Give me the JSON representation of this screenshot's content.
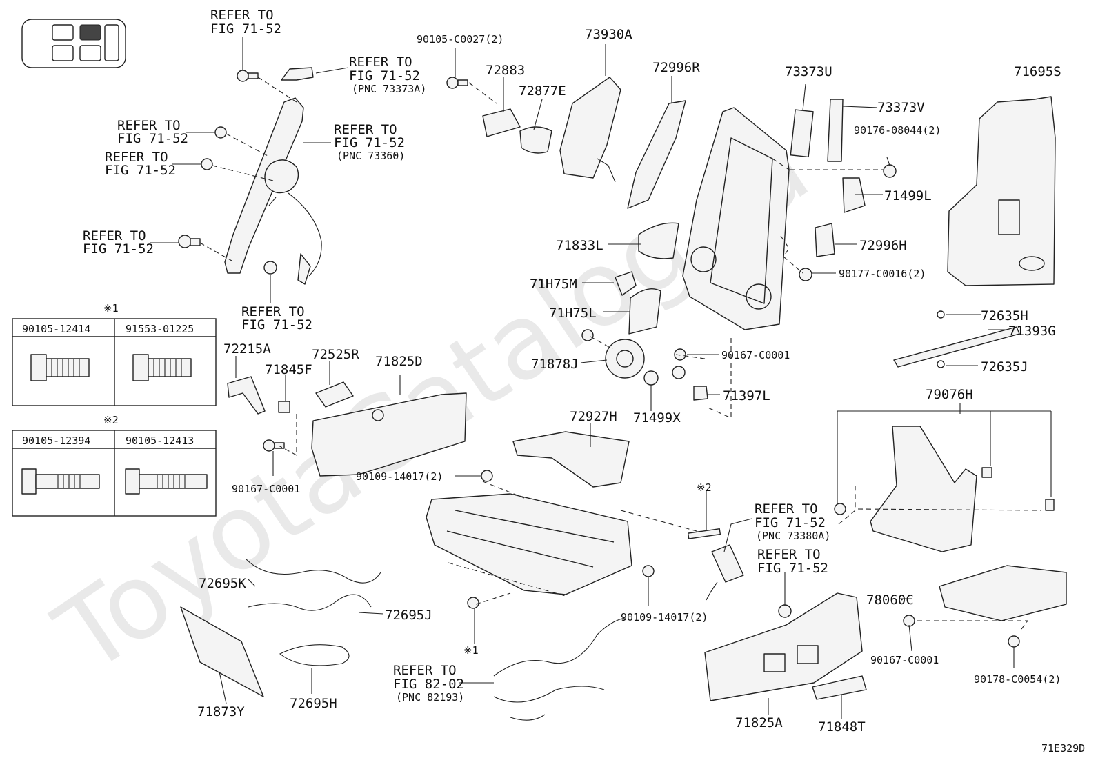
{
  "watermark": "ToyotaCatalog.ru",
  "diagram_code": "71E329D",
  "legend": {
    "group1": {
      "marker": "※1",
      "bolts": [
        {
          "part": "90105-12414"
        },
        {
          "part": "91553-01225"
        }
      ]
    },
    "group2": {
      "marker": "※2",
      "bolts": [
        {
          "part": "90105-12394"
        },
        {
          "part": "90105-12413"
        }
      ]
    }
  },
  "refer": {
    "line1": "REFER TO",
    "fig7152": "FIG 71-52",
    "fig8202": "FIG 82-02",
    "pnc73373A": "(PNC 73373A)",
    "pnc73360": "(PNC 73360)",
    "pnc73380A": "(PNC 73380A)",
    "pnc82193": "(PNC 82193)"
  },
  "parts": {
    "p90105C0027": "90105-C0027(2)",
    "p72883": "72883",
    "p72877E": "72877E",
    "p73930A": "73930A",
    "p72996R": "72996R",
    "p73373U": "73373U",
    "p73373V": "73373V",
    "p71695S": "71695S",
    "p9017608044": "90176-08044(2)",
    "p71499L": "71499L",
    "p71833L": "71833L",
    "p72996H": "72996H",
    "p90177C0016": "90177-C0016(2)",
    "p71H75M": "71H75M",
    "p71H75L": "71H75L",
    "p72635H": "72635H",
    "p71393G": "71393G",
    "p72635J": "72635J",
    "p90167C0001a": "90167-C0001",
    "p71878J": "71878J",
    "p71397L": "71397L",
    "p71499X": "71499X",
    "p72215A": "72215A",
    "p71845F": "71845F",
    "p72525R": "72525R",
    "p71825D": "71825D",
    "p79076H": "79076H",
    "p72927H": "72927H",
    "p90167C0001b": "90167-C0001",
    "p9010914017a": "90109-14017(2)",
    "p9010914017b": "90109-14017(2)",
    "mark2": "※2",
    "mark1": "※1",
    "p72695K": "72695K",
    "p72695J": "72695J",
    "p72695H": "72695H",
    "p71873Y": "71873Y",
    "p78060C": "78060C",
    "p90167C0001c": "90167-C0001",
    "p90178C0054": "90178-C0054(2)",
    "p71825A": "71825A",
    "p71848T": "71848T"
  }
}
